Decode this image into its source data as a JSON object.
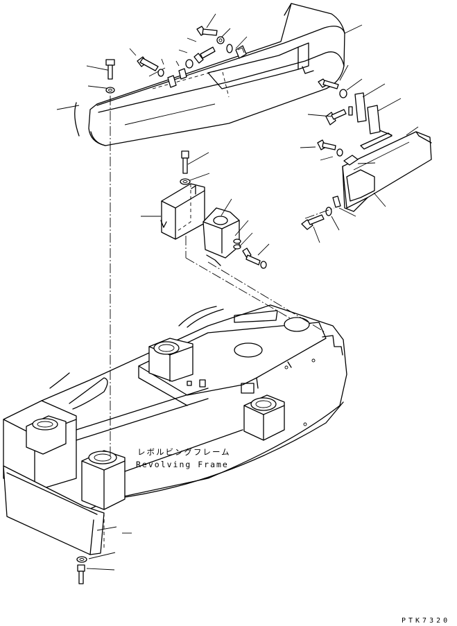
{
  "frame_label_jp": "レボルビングフレーム",
  "frame_label_en": "Revolving Frame",
  "drawing_code": "PTK7320"
}
